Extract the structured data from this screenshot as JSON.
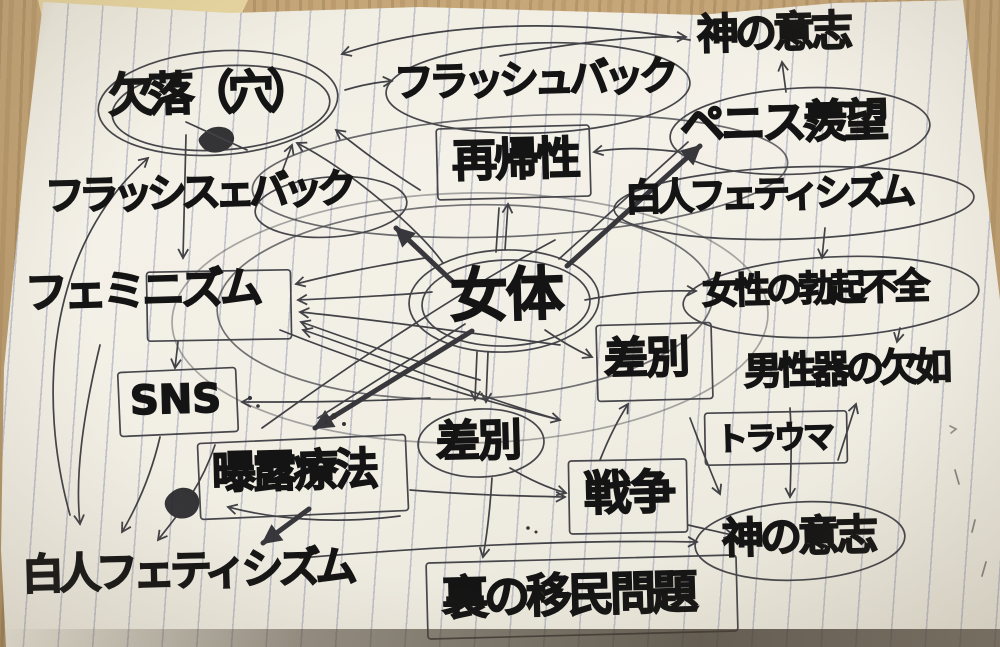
{
  "scene": {
    "description": "手書きマインドマップ（縦罫ノート・木製デスクの上）",
    "center_node": "女体"
  },
  "colors": {
    "ink": "#35353b",
    "paper": "#f1eee4",
    "rule_line": "#7a80a4",
    "wood_desk": "#b99b6e",
    "label_text": "#141414"
  },
  "diagram": {
    "nodes": [
      {
        "id": "lack-hole",
        "label": "欠落（穴）",
        "shape": "double-ellipse"
      },
      {
        "id": "flashback",
        "label": "フラッシュバック",
        "shape": "ellipse"
      },
      {
        "id": "gods-will-top",
        "label": "神の意志",
        "shape": "plain"
      },
      {
        "id": "penis-envy",
        "label": "ペニス羨望",
        "shape": "ellipse"
      },
      {
        "id": "recursivity",
        "label": "再帰性",
        "shape": "box"
      },
      {
        "id": "flashback-misspelled",
        "label": "フラッシスェバック",
        "shape": "plain"
      },
      {
        "id": "white-fetishism-right",
        "label": "白人フェティシズム",
        "shape": "ellipse"
      },
      {
        "id": "feminism",
        "label": "フェミニズム",
        "shape": "box"
      },
      {
        "id": "female-body",
        "label": "女体",
        "shape": "double-ellipse"
      },
      {
        "id": "female-erectile-dysfunction",
        "label": "女性の勃起不全",
        "shape": "ellipse"
      },
      {
        "id": "discrimination-box",
        "label": "差別",
        "shape": "box"
      },
      {
        "id": "lack-of-male-genitalia",
        "label": "男性器の欠如",
        "shape": "plain"
      },
      {
        "id": "sns",
        "label": "SNS",
        "shape": "box"
      },
      {
        "id": "trauma",
        "label": "トラウマ",
        "shape": "box"
      },
      {
        "id": "discrimination-ellipse",
        "label": "差別",
        "shape": "ellipse"
      },
      {
        "id": "exposure-therapy",
        "label": "曝露療法",
        "shape": "box"
      },
      {
        "id": "war",
        "label": "戦争",
        "shape": "box"
      },
      {
        "id": "gods-will-bottom",
        "label": "神の意志",
        "shape": "ellipse"
      },
      {
        "id": "white-fetishism-bottom",
        "label": "白人フェティシズム",
        "shape": "plain"
      },
      {
        "id": "hidden-immigration-problem",
        "label": "裏の移民問題",
        "shape": "box"
      }
    ],
    "edges": [
      {
        "from": "女体",
        "to": "ペニス羨望",
        "style": "thick"
      },
      {
        "from": "女体",
        "to": "欠落（穴）"
      },
      {
        "from": "女体",
        "to": "再帰性"
      },
      {
        "from": "女体",
        "to": "フェミニズム"
      },
      {
        "from": "女体",
        "to": "フラッシスェバック",
        "style": "thick"
      },
      {
        "from": "女体",
        "to": "曝露療法",
        "style": "thick"
      },
      {
        "from": "女体",
        "to": "差別(楕円)"
      },
      {
        "from": "女体",
        "to": "差別(箱)"
      },
      {
        "from": "女体",
        "to": "女性の勃起不全"
      },
      {
        "from": "フラッシュバック",
        "to": "神の意志(上)"
      },
      {
        "from": "ペニス羨望",
        "to": "神の意志(上)"
      },
      {
        "from": "ペニス羨望",
        "to": "再帰性"
      },
      {
        "from": "欠落（穴）",
        "to": "フラッシュバック"
      },
      {
        "from": "欠落（穴）",
        "to": "フェミニズム"
      },
      {
        "from": "フラッシスェバック",
        "to": "欠落（穴）"
      },
      {
        "from": "フェミニズム",
        "to": "SNS"
      },
      {
        "from": "SNS",
        "to": "白人フェティシズム(下)"
      },
      {
        "from": "フェミニズム",
        "to": "白人フェティシズム(下)"
      },
      {
        "from": "曝露療法",
        "to": "白人フェティシズム(下)",
        "style": "thick"
      },
      {
        "from": "曝露療法",
        "to": "戦争"
      },
      {
        "from": "差別(楕円)",
        "to": "戦争"
      },
      {
        "from": "差別(楕円)",
        "to": "裏の移民問題"
      },
      {
        "from": "白人フェティシズム(右)",
        "to": "女性の勃起不全"
      },
      {
        "from": "女性の勃起不全",
        "to": "男性器の欠如"
      },
      {
        "from": "トラウマ",
        "to": "男性器の欠如"
      },
      {
        "from": "トラウマ",
        "to": "神の意志(下)"
      },
      {
        "from": "男性器の欠如",
        "to": "神の意志(下)"
      },
      {
        "from": "戦争",
        "to": "神の意志(下)"
      },
      {
        "from": "戦争",
        "to": "差別(箱)"
      }
    ]
  }
}
